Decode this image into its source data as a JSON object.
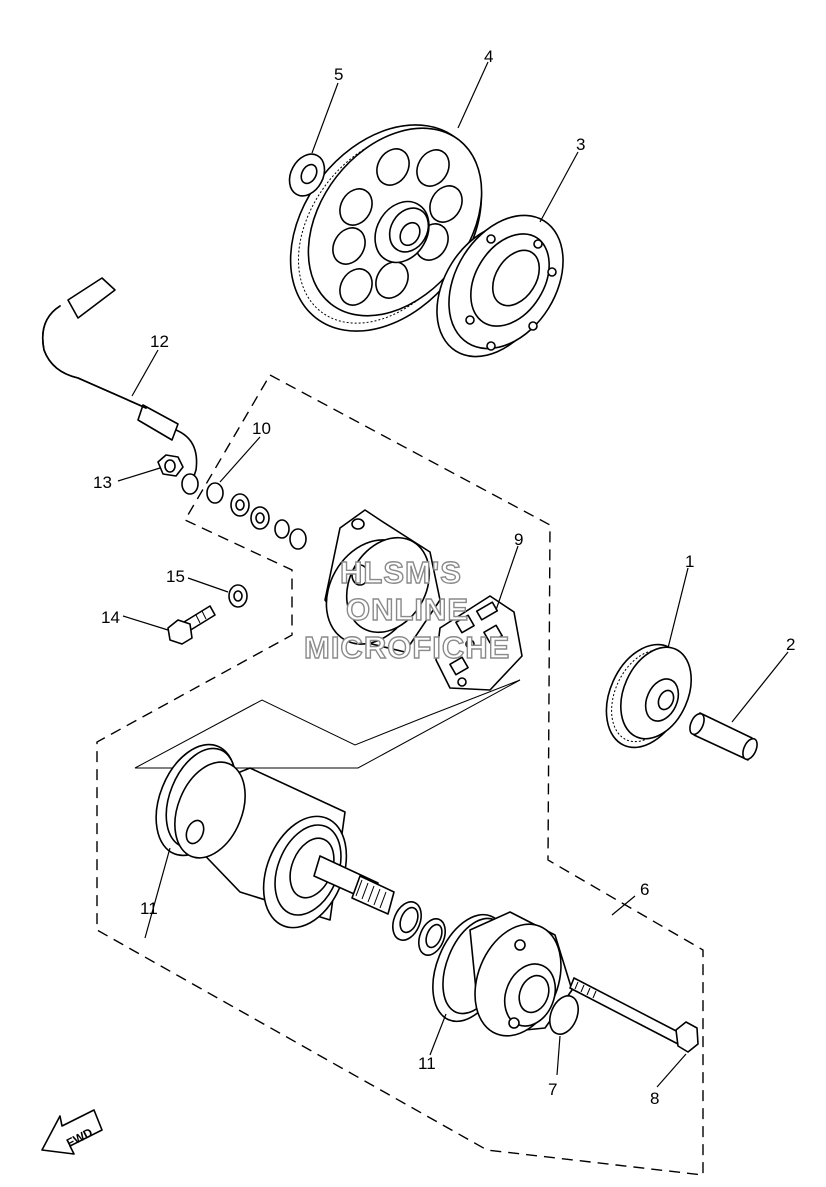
{
  "callouts": {
    "p1": "1",
    "p2": "2",
    "p3": "3",
    "p4": "4",
    "p5": "5",
    "p6": "6",
    "p7": "7",
    "p8": "8",
    "p9": "9",
    "p10": "10",
    "p11a": "11",
    "p11b": "11",
    "p12": "12",
    "p13": "13",
    "p14": "14",
    "p15": "15"
  },
  "watermark": {
    "line1": "HLSM'S",
    "line2": "ONLINE",
    "line3": "MICROFICHE"
  },
  "direction_arrow": {
    "label": "FWD",
    "icon": "fwd-arrow-icon"
  }
}
